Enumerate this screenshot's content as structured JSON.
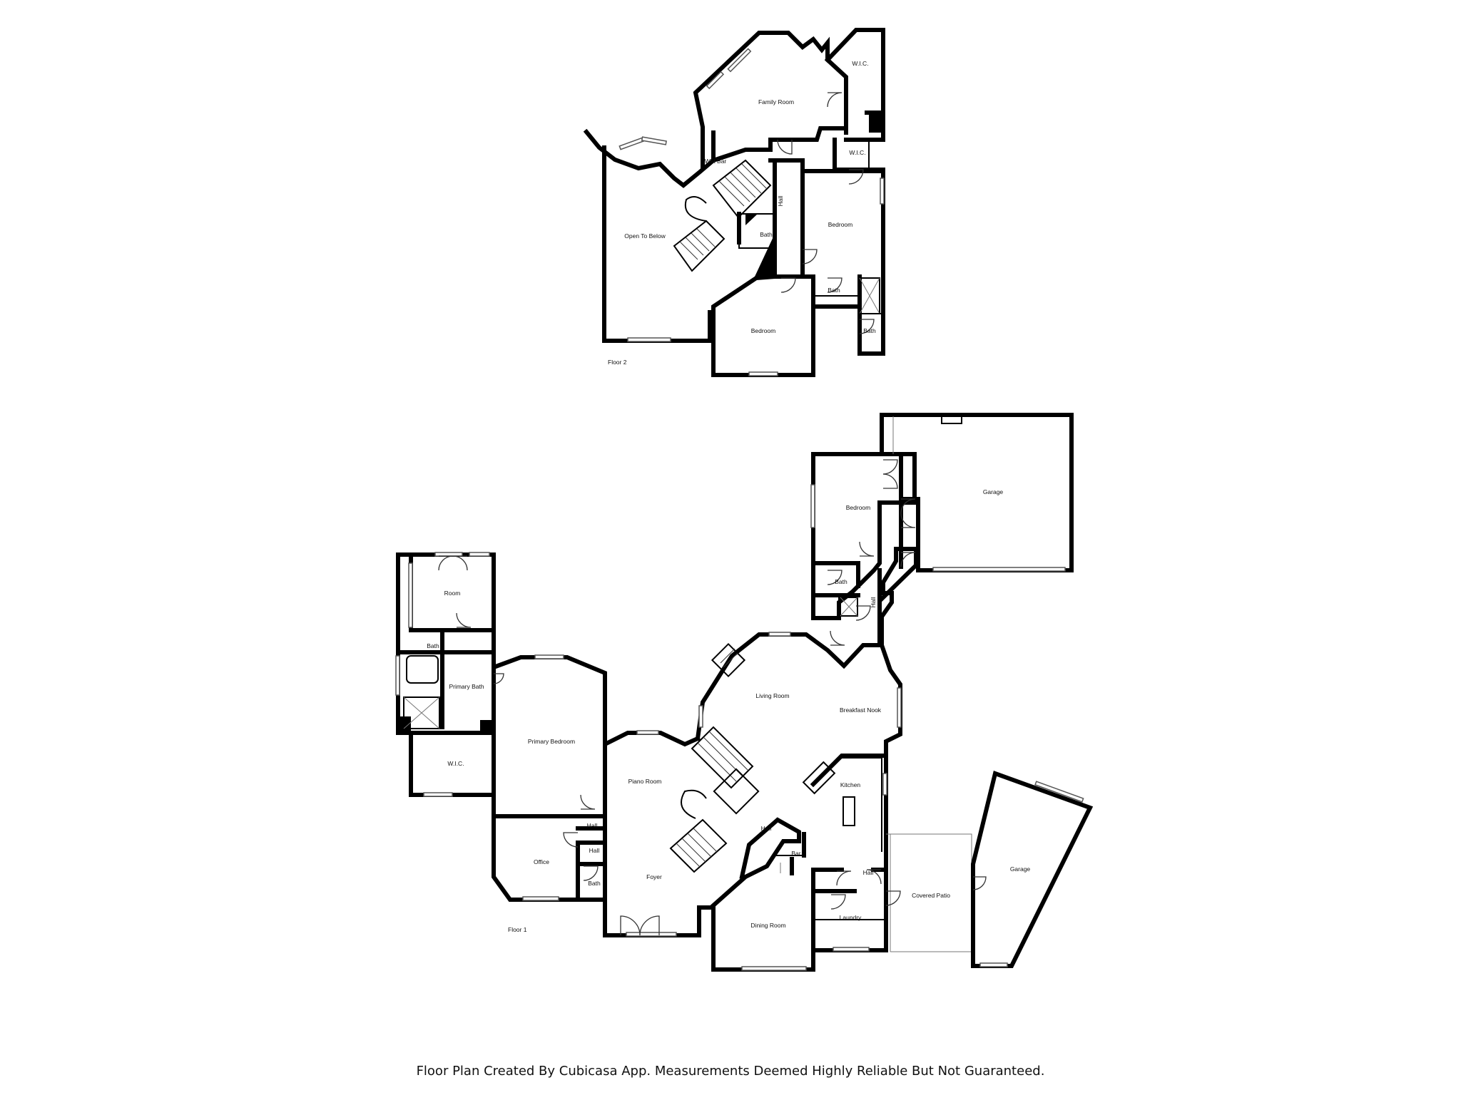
{
  "floor2": {
    "label": "Floor 2",
    "rooms": {
      "wic_top": "W.I.C.",
      "family_room": "Family Room",
      "wet_bar": "Wet Bar",
      "wic_small": "W.I.C.",
      "hall": "Hall",
      "bath_small": "Bath",
      "open_to_below": "Open To Below",
      "bedroom_right": "Bedroom",
      "bath_a": "Bath",
      "bath_b": "Bath",
      "bedroom_bottom": "Bedroom"
    }
  },
  "floor1": {
    "label": "Floor 1",
    "rooms": {
      "room": "Room",
      "bath_top": "Bath",
      "primary_bath": "Primary Bath",
      "wic": "W.I.C.",
      "primary_bedroom": "Primary Bedroom",
      "office": "Office",
      "hall_small": "Hall",
      "hall_mid": "Hall",
      "bath_half": "Bath",
      "piano_room": "Piano Room",
      "foyer": "Foyer",
      "living_room": "Living Room",
      "breakfast_nook": "Breakfast Nook",
      "kitchen": "Kitchen",
      "hall_center": "Hall",
      "bar": "Bar",
      "hall_kitchen": "Hall",
      "dining_room": "Dining Room",
      "laundry": "Laundry",
      "covered_patio": "Covered Patio",
      "garage_angled": "Garage",
      "bedroom": "Bedroom",
      "bath_guest": "Bath",
      "hall_vertical": "Hall",
      "garage_main": "Garage"
    }
  },
  "footer": {
    "note": "Floor Plan Created By Cubicasa App. Measurements Deemed Highly Reliable But Not Guaranteed."
  }
}
